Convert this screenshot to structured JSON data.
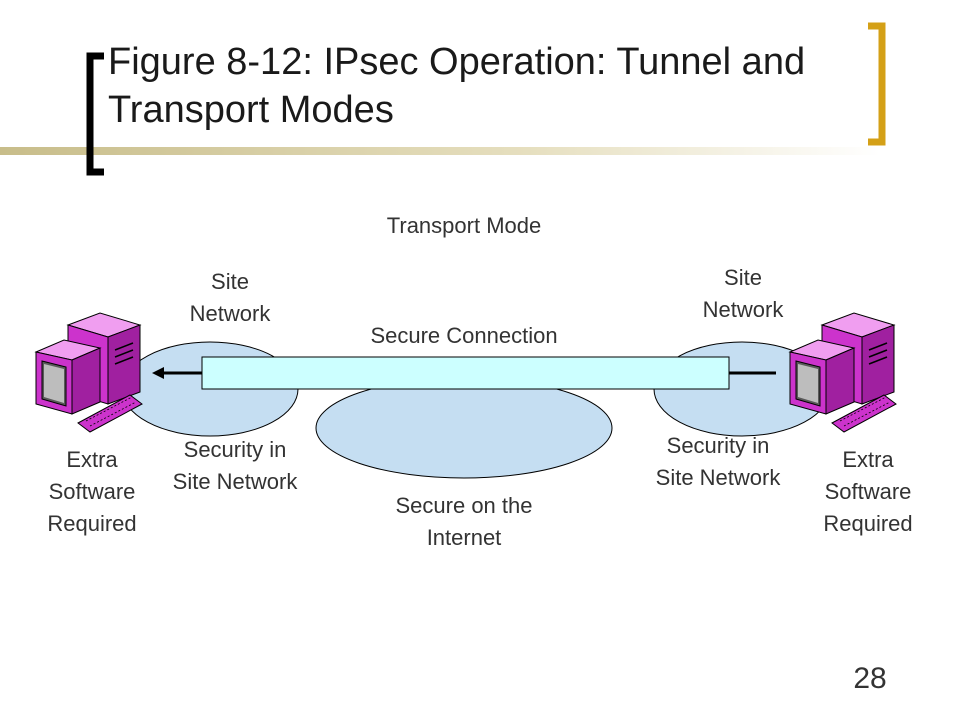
{
  "slide": {
    "title": "Figure 8-12: IPsec Operation: Tunnel and Transport Modes",
    "slide_number": "28"
  },
  "diagram": {
    "mode_label": "Transport Mode",
    "secure_connection_label": "Secure Connection",
    "left_site_label": "Site Network",
    "right_site_label": "Site Network",
    "left_security_label": "Security in Site Network",
    "right_security_label": "Security in Site Network",
    "left_software_label": "Extra Software Required",
    "right_software_label": "Extra Software Required",
    "internet_label": "Secure on the Internet"
  },
  "colors": {
    "bracket": "#d4a017",
    "network_fill": "#c5def2",
    "tunnel_fill": "#ccffff",
    "computer": "#cc33cc"
  },
  "icons": [
    "computer-icon",
    "computer-icon"
  ]
}
